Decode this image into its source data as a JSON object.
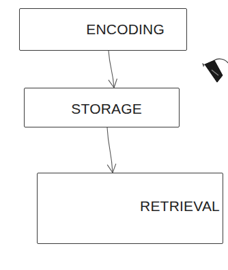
{
  "diagram": {
    "nodes": [
      {
        "text": [
          "ENCODING"
        ]
      },
      {
        "text": [
          "STORAGE"
        ]
      },
      {
        "text": [
          "RETRIEVAL"
        ]
      }
    ],
    "edges": [
      {
        "from": 0,
        "to": 1,
        "arrow": "to"
      },
      {
        "from": 1,
        "to": 2,
        "arrow": "to"
      }
    ]
  }
}
